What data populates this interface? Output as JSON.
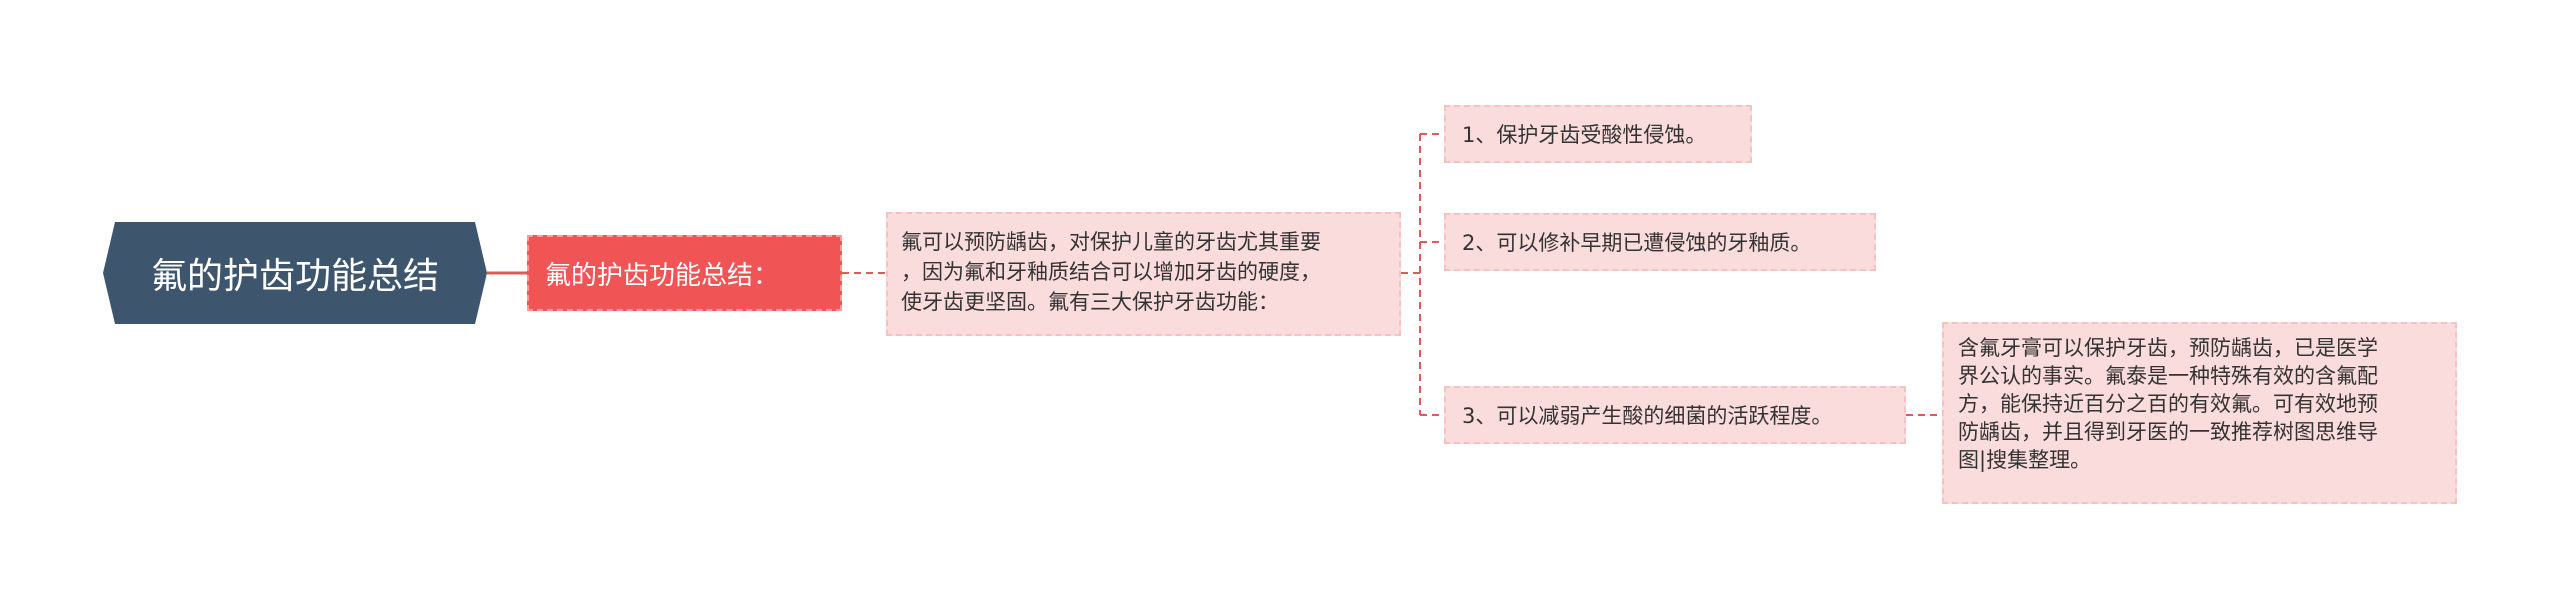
{
  "mindmap": {
    "root": {
      "text": "氟的护齿功能总结"
    },
    "branch": {
      "text": "氟的护齿功能总结：",
      "child": {
        "lines": [
          "氟可以预防龋齿，对保护儿童的牙齿尤其重要",
          "，因为氟和牙釉质结合可以增加牙齿的硬度，",
          "使牙齿更坚固。氟有三大保护牙齿功能："
        ],
        "items": [
          {
            "text": "1、保护牙齿受酸性侵蚀。"
          },
          {
            "text": "2、可以修补早期已遭侵蚀的牙釉质。"
          },
          {
            "text": "3、可以减弱产生酸的细菌的活跃程度。"
          }
        ],
        "note": {
          "lines": [
            "含氟牙膏可以保护牙齿，预防龋齿，已是医学",
            "界公认的事实。氟泰是一种特殊有效的含氟配",
            "方，能保持近百分之百的有效氟。可有效地预",
            "防龋齿，并且得到牙医的一致推荐树图思维导",
            "图|搜集整理。"
          ]
        }
      }
    }
  },
  "colors": {
    "root_bg": "#3d566e",
    "branch_bg": "#f05455",
    "leaf_bg": "#fbdcdc",
    "connector": "#e05a5a"
  }
}
